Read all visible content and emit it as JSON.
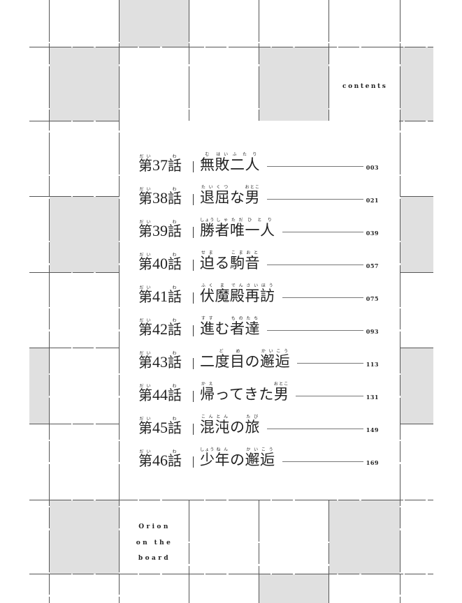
{
  "header": {
    "label": "contents"
  },
  "series_title": [
    "Orion",
    "on the",
    "board"
  ],
  "chapter_ruby": [
    "だい",
    "わ"
  ],
  "chapters": [
    {
      "prefix": "第",
      "num": "37",
      "suffix": "話",
      "title": [
        [
          "無",
          "む"
        ],
        [
          "敗",
          "はい"
        ],
        [
          "二人",
          "ふたり"
        ]
      ],
      "page": "003"
    },
    {
      "prefix": "第",
      "num": "38",
      "suffix": "話",
      "title": [
        [
          "退",
          "たい"
        ],
        [
          "屈",
          "くつ"
        ],
        [
          "な",
          ""
        ],
        [
          "男",
          "おとこ"
        ]
      ],
      "page": "021"
    },
    {
      "prefix": "第",
      "num": "39",
      "suffix": "話",
      "title": [
        [
          "勝",
          "しょう"
        ],
        [
          "者",
          "しゃ"
        ],
        [
          "唯",
          "ただ"
        ],
        [
          "一人",
          "ひとり"
        ]
      ],
      "page": "039"
    },
    {
      "prefix": "第",
      "num": "40",
      "suffix": "話",
      "title": [
        [
          "迫",
          "せま"
        ],
        [
          "る",
          ""
        ],
        [
          "駒",
          "こま"
        ],
        [
          "音",
          "おと"
        ]
      ],
      "page": "057"
    },
    {
      "prefix": "第",
      "num": "41",
      "suffix": "話",
      "title": [
        [
          "伏",
          "ふく"
        ],
        [
          "魔",
          "ま"
        ],
        [
          "殿",
          "でん"
        ],
        [
          "再",
          "さい"
        ],
        [
          "訪",
          "ほう"
        ]
      ],
      "page": "075"
    },
    {
      "prefix": "第",
      "num": "42",
      "suffix": "話",
      "title": [
        [
          "進",
          "すす"
        ],
        [
          "む",
          ""
        ],
        [
          "者",
          "もの"
        ],
        [
          "達",
          "たち"
        ]
      ],
      "page": "093"
    },
    {
      "prefix": "第",
      "num": "43",
      "suffix": "話",
      "title": [
        [
          "二",
          ""
        ],
        [
          "度目",
          "どめ"
        ],
        [
          "の",
          ""
        ],
        [
          "邂",
          "かい"
        ],
        [
          "逅",
          "こう"
        ]
      ],
      "page": "113"
    },
    {
      "prefix": "第",
      "num": "44",
      "suffix": "話",
      "title": [
        [
          "帰",
          "かえ"
        ],
        [
          "ってきた",
          ""
        ],
        [
          "男",
          "おとこ"
        ]
      ],
      "page": "131"
    },
    {
      "prefix": "第",
      "num": "45",
      "suffix": "話",
      "title": [
        [
          "混",
          "こん"
        ],
        [
          "沌",
          "とん"
        ],
        [
          "の",
          ""
        ],
        [
          "旅",
          "たび"
        ]
      ],
      "page": "149"
    },
    {
      "prefix": "第",
      "num": "46",
      "suffix": "話",
      "title": [
        [
          "少",
          "しょう"
        ],
        [
          "年",
          "ねん"
        ],
        [
          "の",
          ""
        ],
        [
          "邂",
          "かい"
        ],
        [
          "逅",
          "こう"
        ]
      ],
      "page": "169"
    }
  ],
  "colors": {
    "cell_grey": "#e0e0e0",
    "line": "#555555"
  }
}
